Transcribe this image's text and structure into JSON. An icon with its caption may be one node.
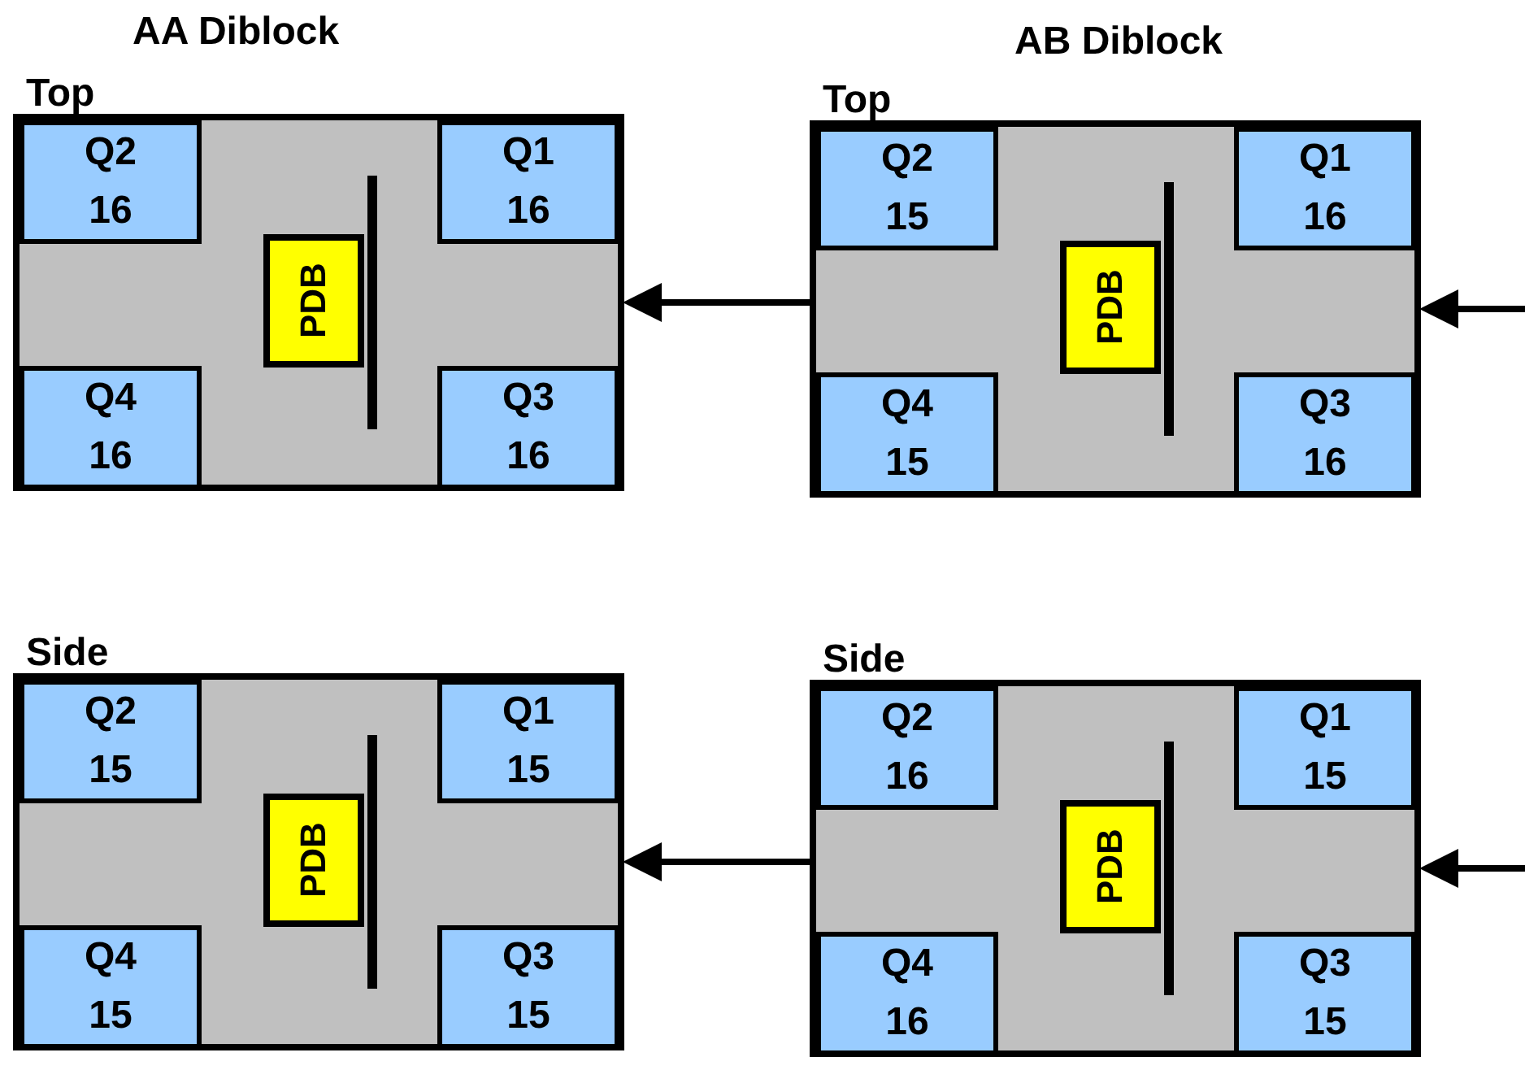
{
  "diagram": {
    "nodes": [
      {
        "text": [
          "Top"
        ]
      },
      {
        "text": [
          "Q2",
          "16"
        ],
        "in": 0
      },
      {
        "text": [
          "Q1",
          "16"
        ],
        "in": 0
      },
      {
        "text": [
          "Q4",
          "16"
        ],
        "in": 0
      },
      {
        "text": [
          "Q3",
          "16"
        ],
        "in": 0
      },
      {
        "text": [
          "PDB"
        ],
        "in": 0
      },
      {
        "text": [
          "Top"
        ]
      },
      {
        "text": [
          "Q2",
          "15"
        ],
        "in": 6
      },
      {
        "text": [
          "Q1",
          "16"
        ],
        "in": 6
      },
      {
        "text": [
          "Q4",
          "15"
        ],
        "in": 6
      },
      {
        "text": [
          "Q3",
          "16"
        ],
        "in": 6
      },
      {
        "text": [
          "PDB"
        ],
        "in": 6
      },
      {
        "text": [
          "Side"
        ]
      },
      {
        "text": [
          "Q2",
          "15"
        ],
        "in": 12
      },
      {
        "text": [
          "Q1",
          "15"
        ],
        "in": 12
      },
      {
        "text": [
          "Q4",
          "15"
        ],
        "in": 12
      },
      {
        "text": [
          "Q3",
          "15"
        ],
        "in": 12
      },
      {
        "text": [
          "PDB"
        ],
        "in": 12
      },
      {
        "text": [
          "Side"
        ]
      },
      {
        "text": [
          "Q2",
          "16"
        ],
        "in": 18
      },
      {
        "text": [
          "Q1",
          "15"
        ],
        "in": 18
      },
      {
        "text": [
          "Q4",
          "16"
        ],
        "in": 18
      },
      {
        "text": [
          "Q3",
          "15"
        ],
        "in": 18
      },
      {
        "text": [
          "PDB"
        ],
        "in": 18
      }
    ],
    "edges": [
      {
        "from": null,
        "to": 0,
        "arrow": "to"
      },
      {
        "from": null,
        "to": 6,
        "arrow": "to"
      },
      {
        "from": null,
        "to": 12,
        "arrow": "to"
      },
      {
        "from": null,
        "to": 18,
        "arrow": "to"
      }
    ],
    "labels": [
      "AA Diblock",
      "AB Diblock"
    ]
  }
}
